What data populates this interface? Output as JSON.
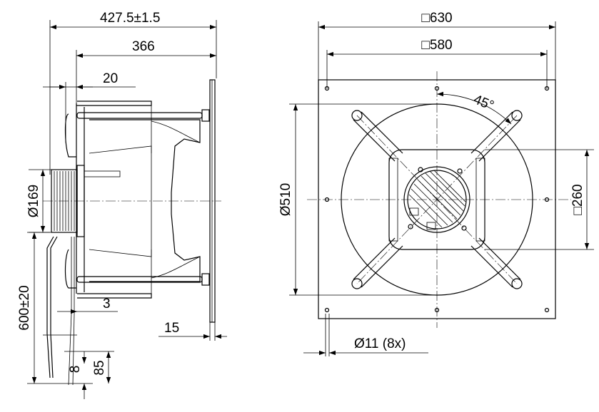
{
  "side_view": {
    "overall_depth": "427.5±1.5",
    "housing_depth": "366",
    "inlet_offset": "20",
    "motor_diameter": "Ø169",
    "cable_length": "600±20",
    "cable_offset": "3",
    "plate_thickness": "15",
    "wire_strip": "8",
    "cable_end": "85"
  },
  "front_view": {
    "plate_size": "□630",
    "hole_pitch": "□580",
    "bracket_angle": "45°",
    "ring_diameter": "Ø510",
    "hub_size": "□260",
    "mounting_holes": "Ø11 (8x)"
  }
}
